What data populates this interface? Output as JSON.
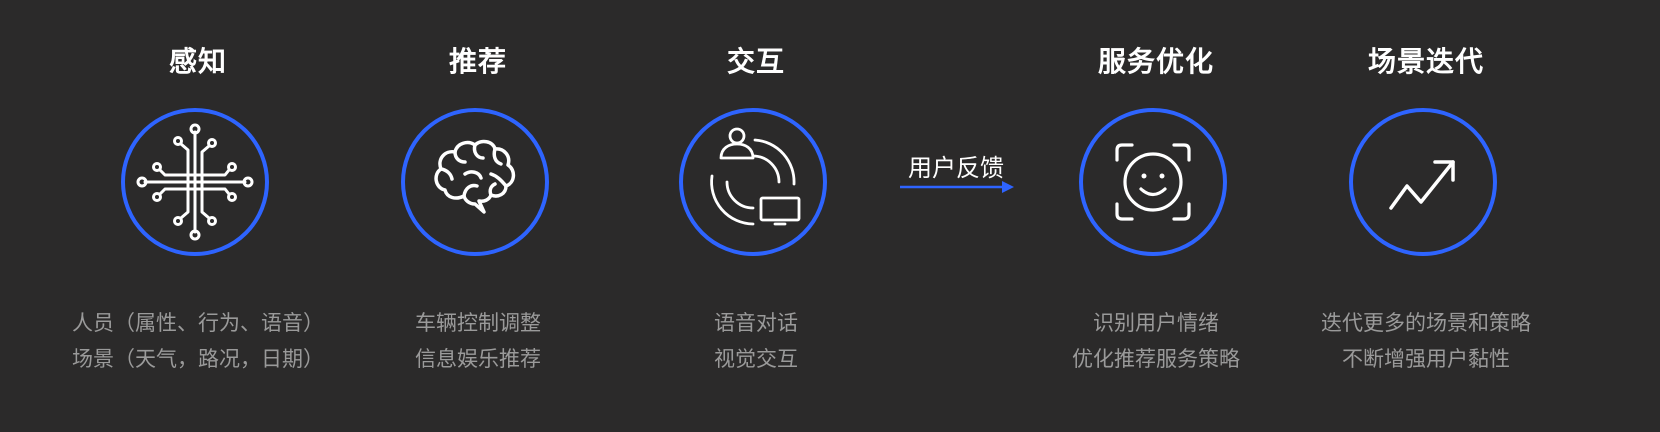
{
  "stages": [
    {
      "id": "perception",
      "title": "感知",
      "icon": "circuit-chip-icon",
      "lines": [
        "人员（属性、行为、语音）",
        "场景（天气，路况，日期）"
      ]
    },
    {
      "id": "recommend",
      "title": "推荐",
      "icon": "brain-icon",
      "lines": [
        "车辆控制调整",
        "信息娱乐推荐"
      ]
    },
    {
      "id": "interaction",
      "title": "交互",
      "icon": "user-screen-cycle-icon",
      "lines": [
        "语音对话",
        "视觉交互"
      ]
    },
    {
      "id": "service",
      "title": "服务优化",
      "icon": "face-scan-icon",
      "lines": [
        "识别用户情绪",
        "优化推荐服务策略"
      ]
    },
    {
      "id": "iteration",
      "title": "场景迭代",
      "icon": "trend-up-icon",
      "lines": [
        "迭代更多的场景和策略",
        "不断增强用户黏性"
      ]
    }
  ],
  "feedback": {
    "label": "用户反馈",
    "arrow_icon": "arrow-right-icon"
  },
  "colors": {
    "background": "#2b2a2a",
    "accent": "#2e64ff",
    "title": "#ffffff",
    "description": "#9a9a9a"
  }
}
